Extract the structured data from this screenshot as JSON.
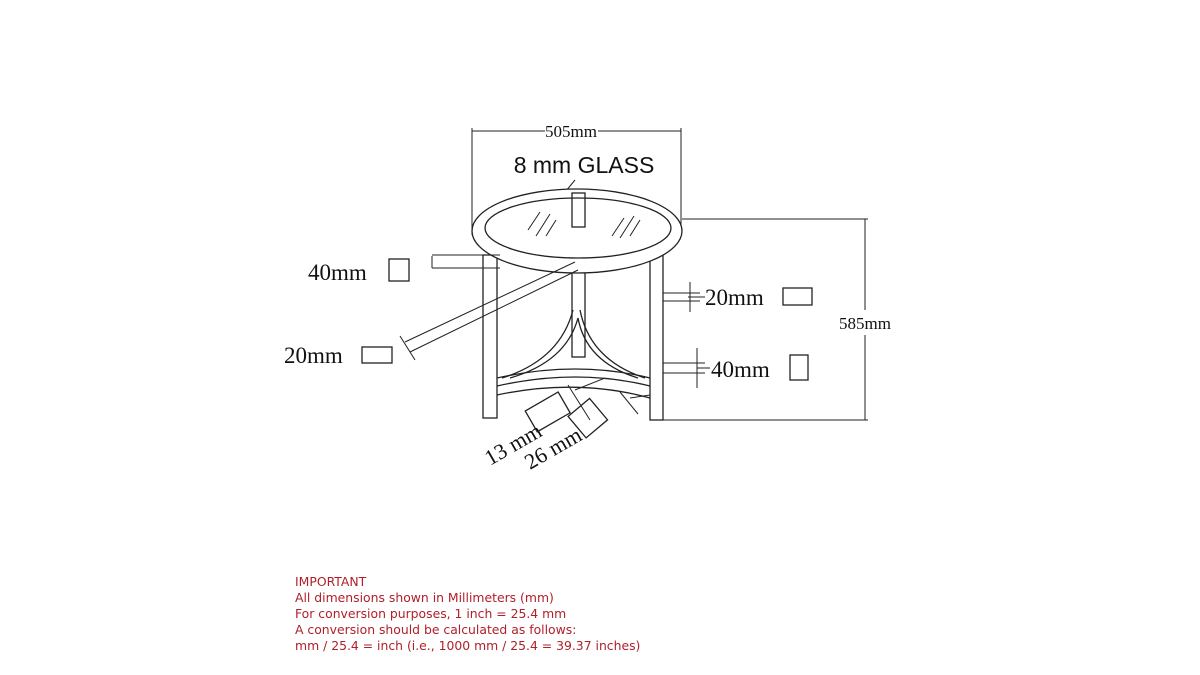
{
  "diagram": {
    "width_label": "505mm",
    "glass_label": "8 mm GLASS",
    "height_label": "585mm",
    "left_top_label": "40mm",
    "left_bottom_label": "20mm",
    "right_top_label": "20mm",
    "right_bottom_label": "40mm",
    "bottom_label_1": "13 mm",
    "bottom_label_2": "26 mm"
  },
  "note": {
    "title": "IMPORTANT",
    "lines": [
      "All dimensions shown in Millimeters (mm)",
      "For conversion purposes, 1 inch = 25.4 mm",
      "A conversion should be calculated as follows:",
      "mm / 25.4 = inch (i.e., 1000 mm / 25.4 = 39.37 inches)"
    ]
  },
  "colors": {
    "note": "#b0202a",
    "line": "#222222"
  }
}
